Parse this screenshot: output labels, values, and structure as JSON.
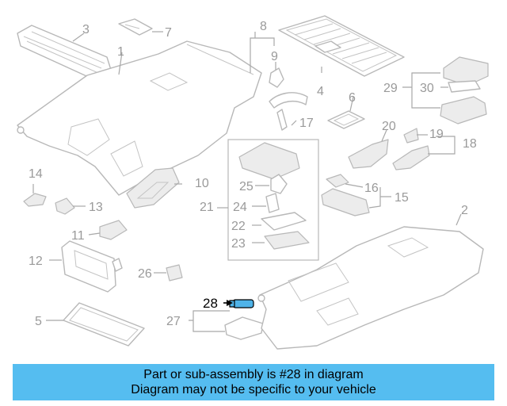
{
  "diagram": {
    "highlight": "28",
    "highlight_color": "#4fb3e8",
    "callouts": [
      "1",
      "2",
      "3",
      "4",
      "5",
      "6",
      "7",
      "8",
      "9",
      "10",
      "11",
      "12",
      "13",
      "14",
      "15",
      "16",
      "17",
      "18",
      "19",
      "20",
      "21",
      "22",
      "23",
      "24",
      "25",
      "26",
      "27",
      "28",
      "29",
      "30"
    ]
  },
  "banner": {
    "line1": "Part or sub-assembly is #28 in diagram",
    "line2": "Diagram may not be specific to your vehicle",
    "color": "#55bdf0"
  }
}
